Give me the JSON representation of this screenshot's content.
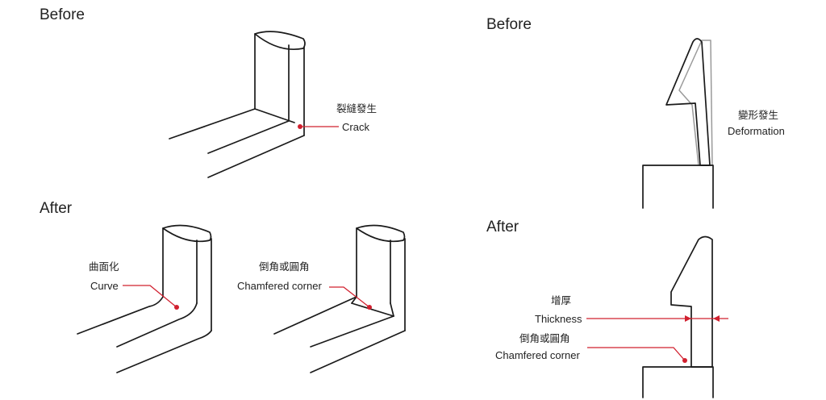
{
  "left_panel": {
    "before_heading": "Before",
    "after_heading": "After",
    "crack_label_zh": "裂縫發生",
    "crack_label_en": "Crack",
    "curve_label_zh": "曲面化",
    "curve_label_en": "Curve",
    "chamfer_label_zh": "倒角或圓角",
    "chamfer_label_en": "Chamfered corner"
  },
  "right_panel": {
    "before_heading": "Before",
    "after_heading": "After",
    "deformation_label_zh": "變形發生",
    "deformation_label_en": "Deformation",
    "thickness_label_zh": "增厚",
    "thickness_label_en": "Thickness",
    "chamfer_label_zh": "倒角或圓角",
    "chamfer_label_en": "Chamfered corner"
  },
  "colors": {
    "line": "#1a1a1a",
    "annotation": "#d1202f",
    "ghost_outline": "#9a9a9a"
  }
}
